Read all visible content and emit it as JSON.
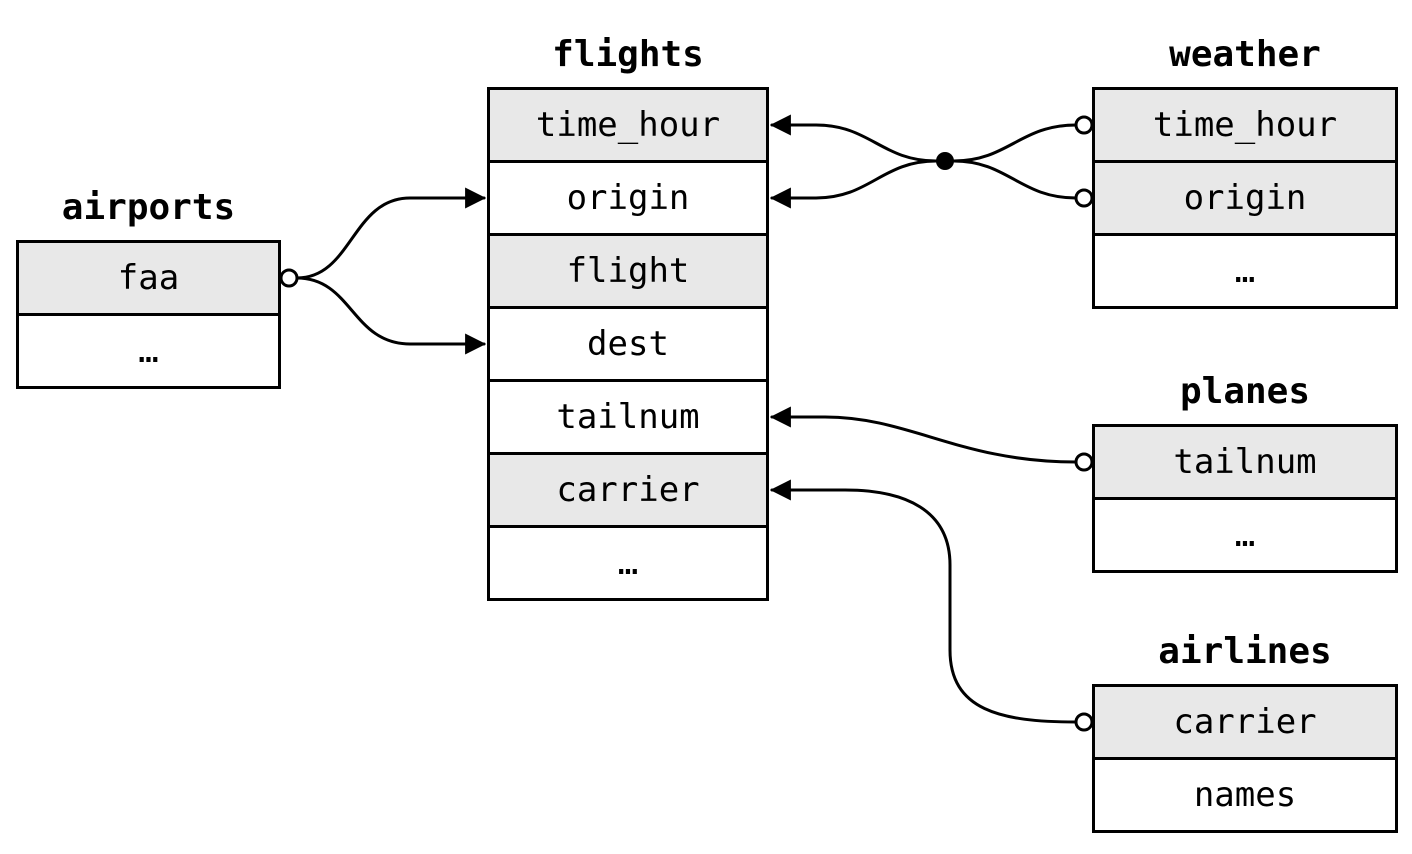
{
  "diagram": {
    "colors": {
      "shaded": "#e8e8e8",
      "border": "#000000",
      "background": "#ffffff"
    },
    "tables": [
      {
        "id": "airports",
        "title": "airports",
        "rows": [
          {
            "label": "faa",
            "shaded": true
          },
          {
            "label": "…",
            "shaded": false
          }
        ]
      },
      {
        "id": "flights",
        "title": "flights",
        "rows": [
          {
            "label": "time_hour",
            "shaded": true
          },
          {
            "label": "origin",
            "shaded": false
          },
          {
            "label": "flight",
            "shaded": true
          },
          {
            "label": "dest",
            "shaded": false
          },
          {
            "label": "tailnum",
            "shaded": false
          },
          {
            "label": "carrier",
            "shaded": true
          },
          {
            "label": "…",
            "shaded": false
          }
        ]
      },
      {
        "id": "weather",
        "title": "weather",
        "rows": [
          {
            "label": "time_hour",
            "shaded": true
          },
          {
            "label": "origin",
            "shaded": true
          },
          {
            "label": "…",
            "shaded": false
          }
        ]
      },
      {
        "id": "planes",
        "title": "planes",
        "rows": [
          {
            "label": "tailnum",
            "shaded": true
          },
          {
            "label": "…",
            "shaded": false
          }
        ]
      },
      {
        "id": "airlines",
        "title": "airlines",
        "rows": [
          {
            "label": "carrier",
            "shaded": true
          },
          {
            "label": "names",
            "shaded": false
          }
        ]
      }
    ],
    "relations": [
      {
        "primary_key": [
          "airports.faa"
        ],
        "foreign_keys": [
          "flights.origin",
          "flights.dest"
        ],
        "compound": false
      },
      {
        "primary_key": [
          "weather.time_hour",
          "weather.origin"
        ],
        "foreign_keys": [
          "flights.time_hour",
          "flights.origin"
        ],
        "compound": true
      },
      {
        "primary_key": [
          "planes.tailnum"
        ],
        "foreign_keys": [
          "flights.tailnum"
        ],
        "compound": false
      },
      {
        "primary_key": [
          "airlines.carrier"
        ],
        "foreign_keys": [
          "flights.carrier"
        ],
        "compound": false
      }
    ]
  }
}
